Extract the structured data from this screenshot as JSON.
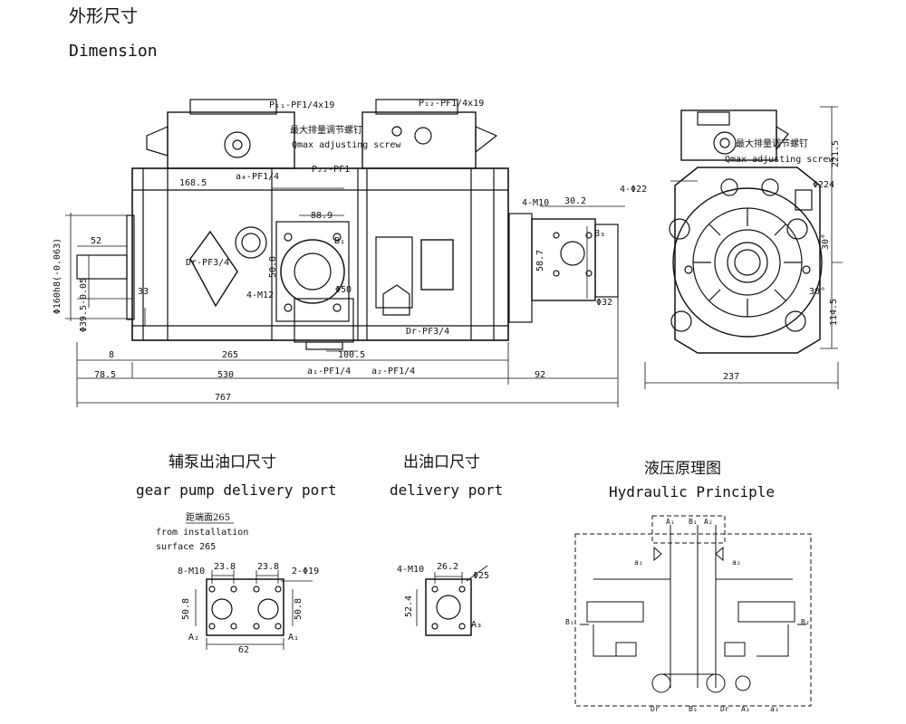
{
  "header": {
    "title_cn": "外形尺寸",
    "title_en": "Dimension"
  },
  "main_view": {
    "ports": [
      "P₁₁-PF1/4x19",
      "P₁₂-PF1/4x19",
      "a₄-PF1/4",
      "P₂₂-PF1",
      "a₁-PF1/4",
      "a₂-PF1/4",
      "Dr-PF3/4",
      "Dr-PF3/4"
    ],
    "qmax_cn": "最大排量调节螺钉",
    "qmax_en": "Qmax adjusting screw",
    "labels": [
      "4-M12",
      "4-M10",
      "B₁",
      "B₃"
    ],
    "dims": [
      "168.5",
      "88.9",
      "52",
      "50.8",
      "33",
      "8",
      "265",
      "100.5",
      "78.5",
      "530",
      "92",
      "767",
      "30.2",
      "58.7",
      "Φ32",
      "Φ50",
      "Φ160h8(-0.063)",
      "Φ39.5-0.05"
    ]
  },
  "side_view": {
    "qmax_cn": "最大排量调节螺钉",
    "qmax_en": "Qmax adjusting screw",
    "dims": [
      "4-Φ22",
      "Φ224",
      "221.5",
      "30°",
      "30°",
      "114.5",
      "237"
    ]
  },
  "gear_pump": {
    "title_cn": "辅泵出油口尺寸",
    "title_en": "gear pump delivery port",
    "note": [
      "距端面265",
      "from installation",
      "surface 265"
    ],
    "dims": [
      "8-M10",
      "23.8",
      "23.8",
      "2-Φ19",
      "50.8",
      "50.8",
      "62"
    ],
    "ports": [
      "A₂",
      "A₁"
    ]
  },
  "delivery_port": {
    "title_cn": "出油口尺寸",
    "title_en": "delivery port",
    "dims": [
      "4-M10",
      "26.2",
      "Φ25",
      "52.4"
    ],
    "ports": [
      "A₃"
    ]
  },
  "hydraulic": {
    "title_cn": "液压原理图",
    "title_en": "Hydraulic  Principle",
    "top_ports": [
      "A₁",
      "B₁",
      "A₂"
    ],
    "ports": [
      "a₁",
      "a₂",
      "B₁",
      "B₂",
      "Dr",
      "B₃",
      "Dr",
      "A₃",
      "a₃"
    ]
  }
}
